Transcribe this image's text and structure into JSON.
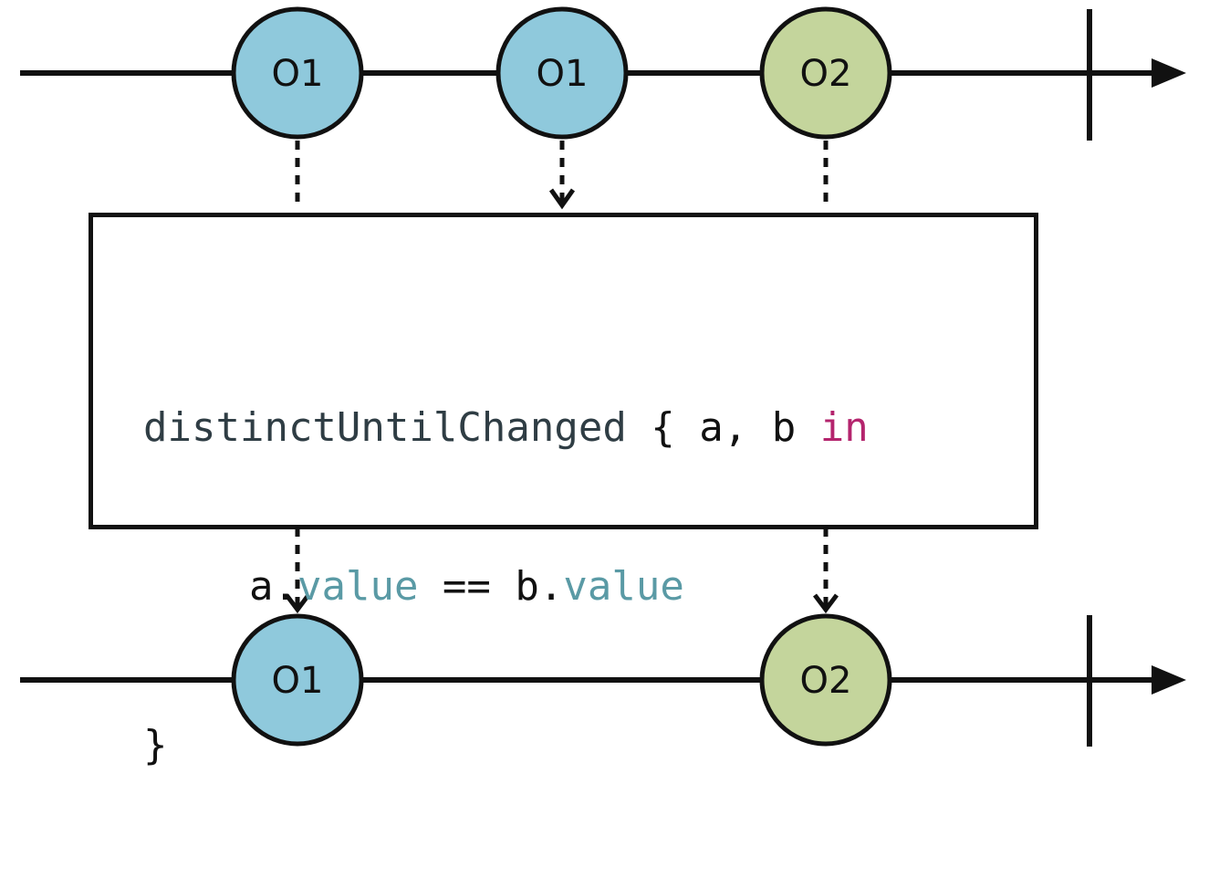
{
  "colors": {
    "stroke": "#111111",
    "marble_o1": "#8fc9dc",
    "marble_o2": "#c4d59c",
    "code_default": "#111111",
    "code_function": "#2f3d44",
    "code_keyword": "#b4246d",
    "code_property": "#5a9aa5"
  },
  "input_timeline": {
    "marbles": [
      {
        "label": "O1",
        "kind": "o1"
      },
      {
        "label": "O1",
        "kind": "o1"
      },
      {
        "label": "O2",
        "kind": "o2"
      }
    ]
  },
  "output_timeline": {
    "marbles": [
      {
        "label": "O1",
        "kind": "o1"
      },
      {
        "label": "O2",
        "kind": "o2"
      }
    ]
  },
  "operator": {
    "line1": {
      "fn": "distinctUntilChanged",
      "params": " { a, b ",
      "keyword": "in"
    },
    "line2": {
      "a": "a.",
      "prop_a": "value",
      "op": " == ",
      "b": "b.",
      "prop_b": "value"
    },
    "line3": {
      "close": "}"
    }
  }
}
